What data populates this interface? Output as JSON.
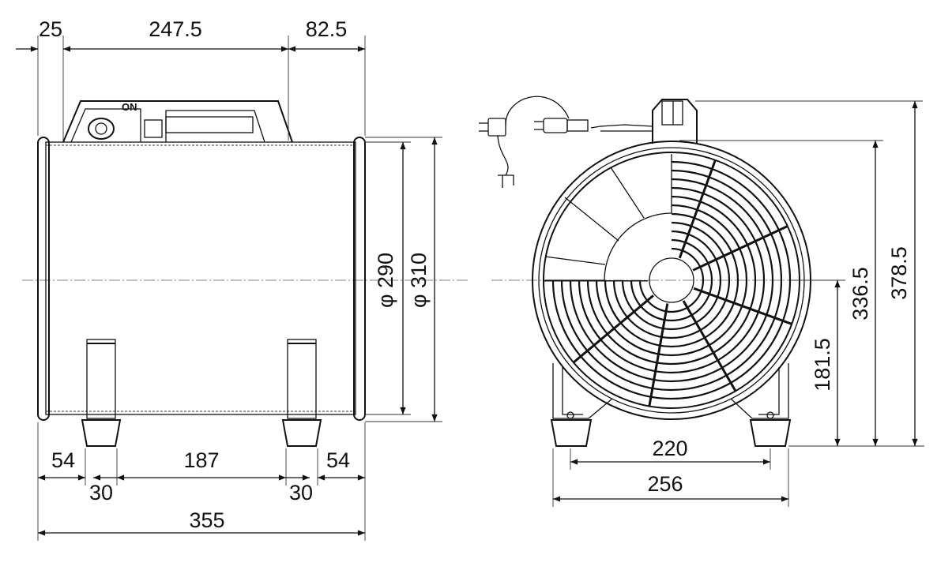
{
  "drawing": {
    "side_view": {
      "top_dims": [
        "25",
        "247.5",
        "82.5"
      ],
      "switch_label": "ON",
      "diameter_dims": [
        "φ 290",
        "φ 310"
      ],
      "bottom_dims": [
        "54",
        "187",
        "54"
      ],
      "foot_dims": [
        "30",
        "30"
      ],
      "overall_length": "355"
    },
    "front_view": {
      "foot_spacing": "220",
      "base_width": "256",
      "center_height": "181.5",
      "guard_height": "336.5",
      "overall_height": "378.5"
    }
  }
}
